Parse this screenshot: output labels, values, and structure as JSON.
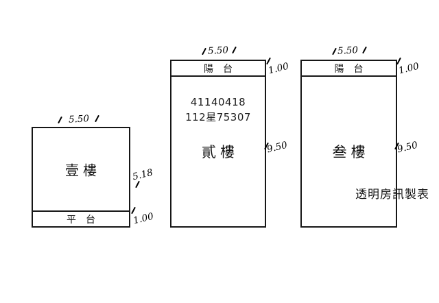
{
  "floor1": {
    "width_dim": "5.50",
    "name": "壹樓",
    "platform_label": "平　台",
    "height_dim": "5.18",
    "platform_dim": "1.00"
  },
  "floor2": {
    "width_dim": "5.50",
    "balcony_label": "陽　台",
    "balcony_dim": "1.00",
    "stamp1": "41140418",
    "stamp2": "112星75307",
    "name": "貳樓",
    "height_dim": "9.50"
  },
  "floor3": {
    "width_dim": "5.50",
    "balcony_label": "陽　台",
    "balcony_dim": "1.00",
    "name": "叁樓",
    "height_dim": "9.50"
  },
  "credit": "透明房訊製表"
}
